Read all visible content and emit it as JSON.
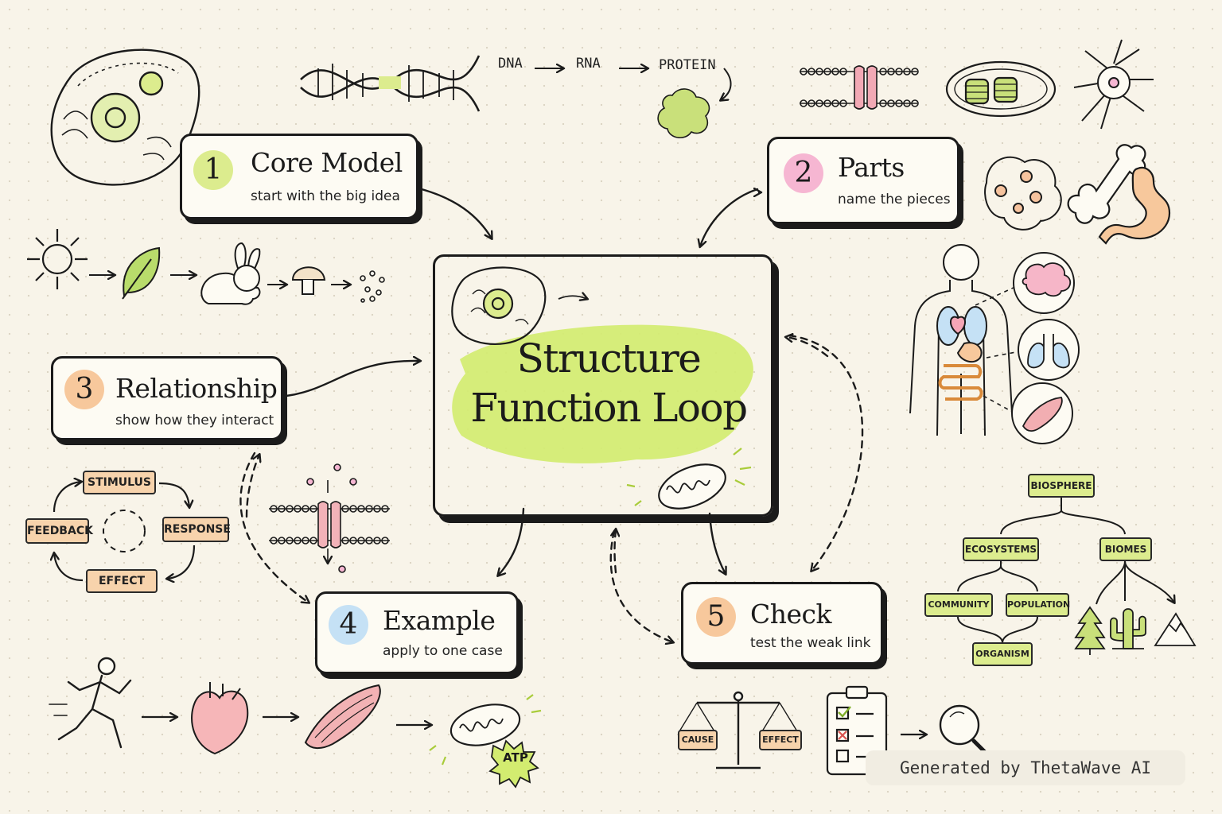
{
  "center": {
    "title_line1": "Structure",
    "title_line2": "Function Loop"
  },
  "cards": [
    {
      "number": "1",
      "title": "Core Model",
      "subtitle": "start with the big idea"
    },
    {
      "number": "2",
      "title": "Parts",
      "subtitle": "name the pieces"
    },
    {
      "number": "3",
      "title": "Relationship",
      "subtitle": "show how they interact"
    },
    {
      "number": "4",
      "title": "Example",
      "subtitle": "apply to one case"
    },
    {
      "number": "5",
      "title": "Check",
      "subtitle": "test the weak link"
    }
  ],
  "central_dogma": {
    "dna": "DNA",
    "rna": "RNA",
    "protein": "PROTEIN"
  },
  "feedback_loop": {
    "stimulus": "STIMULUS",
    "response": "RESPONSE",
    "effect": "EFFECT",
    "feedback": "FEEDBACK"
  },
  "hierarchy": {
    "biosphere": "BIOSPHERE",
    "ecosystems": "ECOSYSTEMS",
    "biomes": "BIOMES",
    "community": "COMMUNITY",
    "population": "POPULATION",
    "organism": "ORGANISM"
  },
  "scale": {
    "cause": "CAUSE",
    "effect": "EFFECT"
  },
  "atp_label": "ATP",
  "footer": "Generated by ThetaWave AI",
  "colors": {
    "lime": "#dcec8e",
    "pink": "#f6b6d2",
    "orange": "#f7c89c",
    "blue": "#c5e1f5",
    "ink": "#1b1b1b",
    "paper": "#f8f4e9"
  }
}
